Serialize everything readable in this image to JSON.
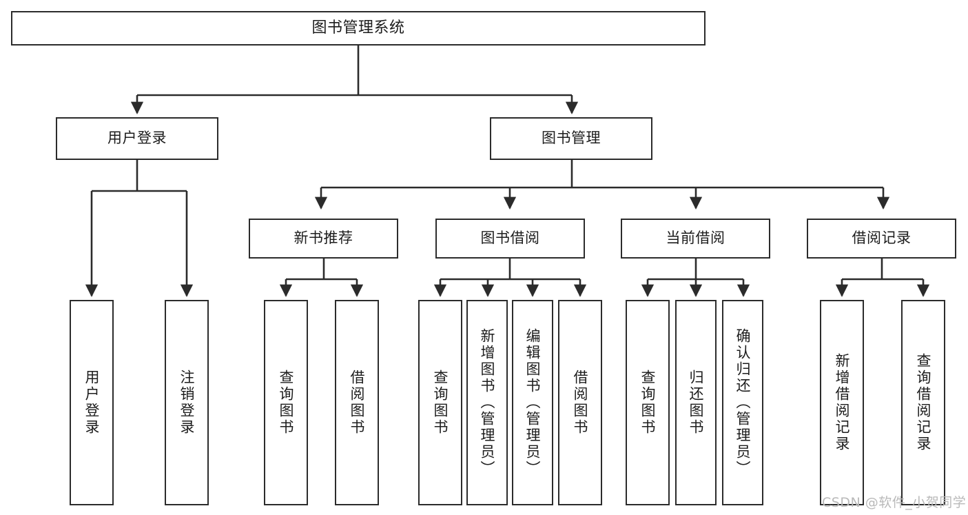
{
  "diagram": {
    "title": "图书管理系统",
    "type": "tree-hierarchy",
    "direction": "top-down",
    "colors": {
      "border": "#2b2b2b",
      "fill": "#ffffff",
      "text": "#1c1c1c",
      "edge": "#2b2b2b",
      "watermark": "#b9b9b9"
    },
    "watermark": "CSDN @软件_小贺同学",
    "nodes": {
      "root": {
        "label": "图书管理系统"
      },
      "level2": [
        {
          "label": "用户登录"
        },
        {
          "label": "图书管理"
        }
      ],
      "level3": [
        {
          "label": "新书推荐"
        },
        {
          "label": "图书借阅"
        },
        {
          "label": "当前借阅"
        },
        {
          "label": "借阅记录"
        }
      ],
      "leaves": {
        "user_login": [
          {
            "label": "用户登录"
          },
          {
            "label": "注销登录"
          }
        ],
        "new_book_recommend": [
          {
            "label": "查询图书"
          },
          {
            "label": "借阅图书"
          }
        ],
        "book_borrow": [
          {
            "label": "查询图书"
          },
          {
            "label": "新增图书（管理员）"
          },
          {
            "label": "编辑图书（管理员）"
          },
          {
            "label": "借阅图书"
          }
        ],
        "current_borrow": [
          {
            "label": "查询图书"
          },
          {
            "label": "归还图书"
          },
          {
            "label": "确认归还（管理员）"
          }
        ],
        "borrow_record": [
          {
            "label": "新增借阅记录"
          },
          {
            "label": "查询借阅记录"
          }
        ]
      }
    }
  }
}
